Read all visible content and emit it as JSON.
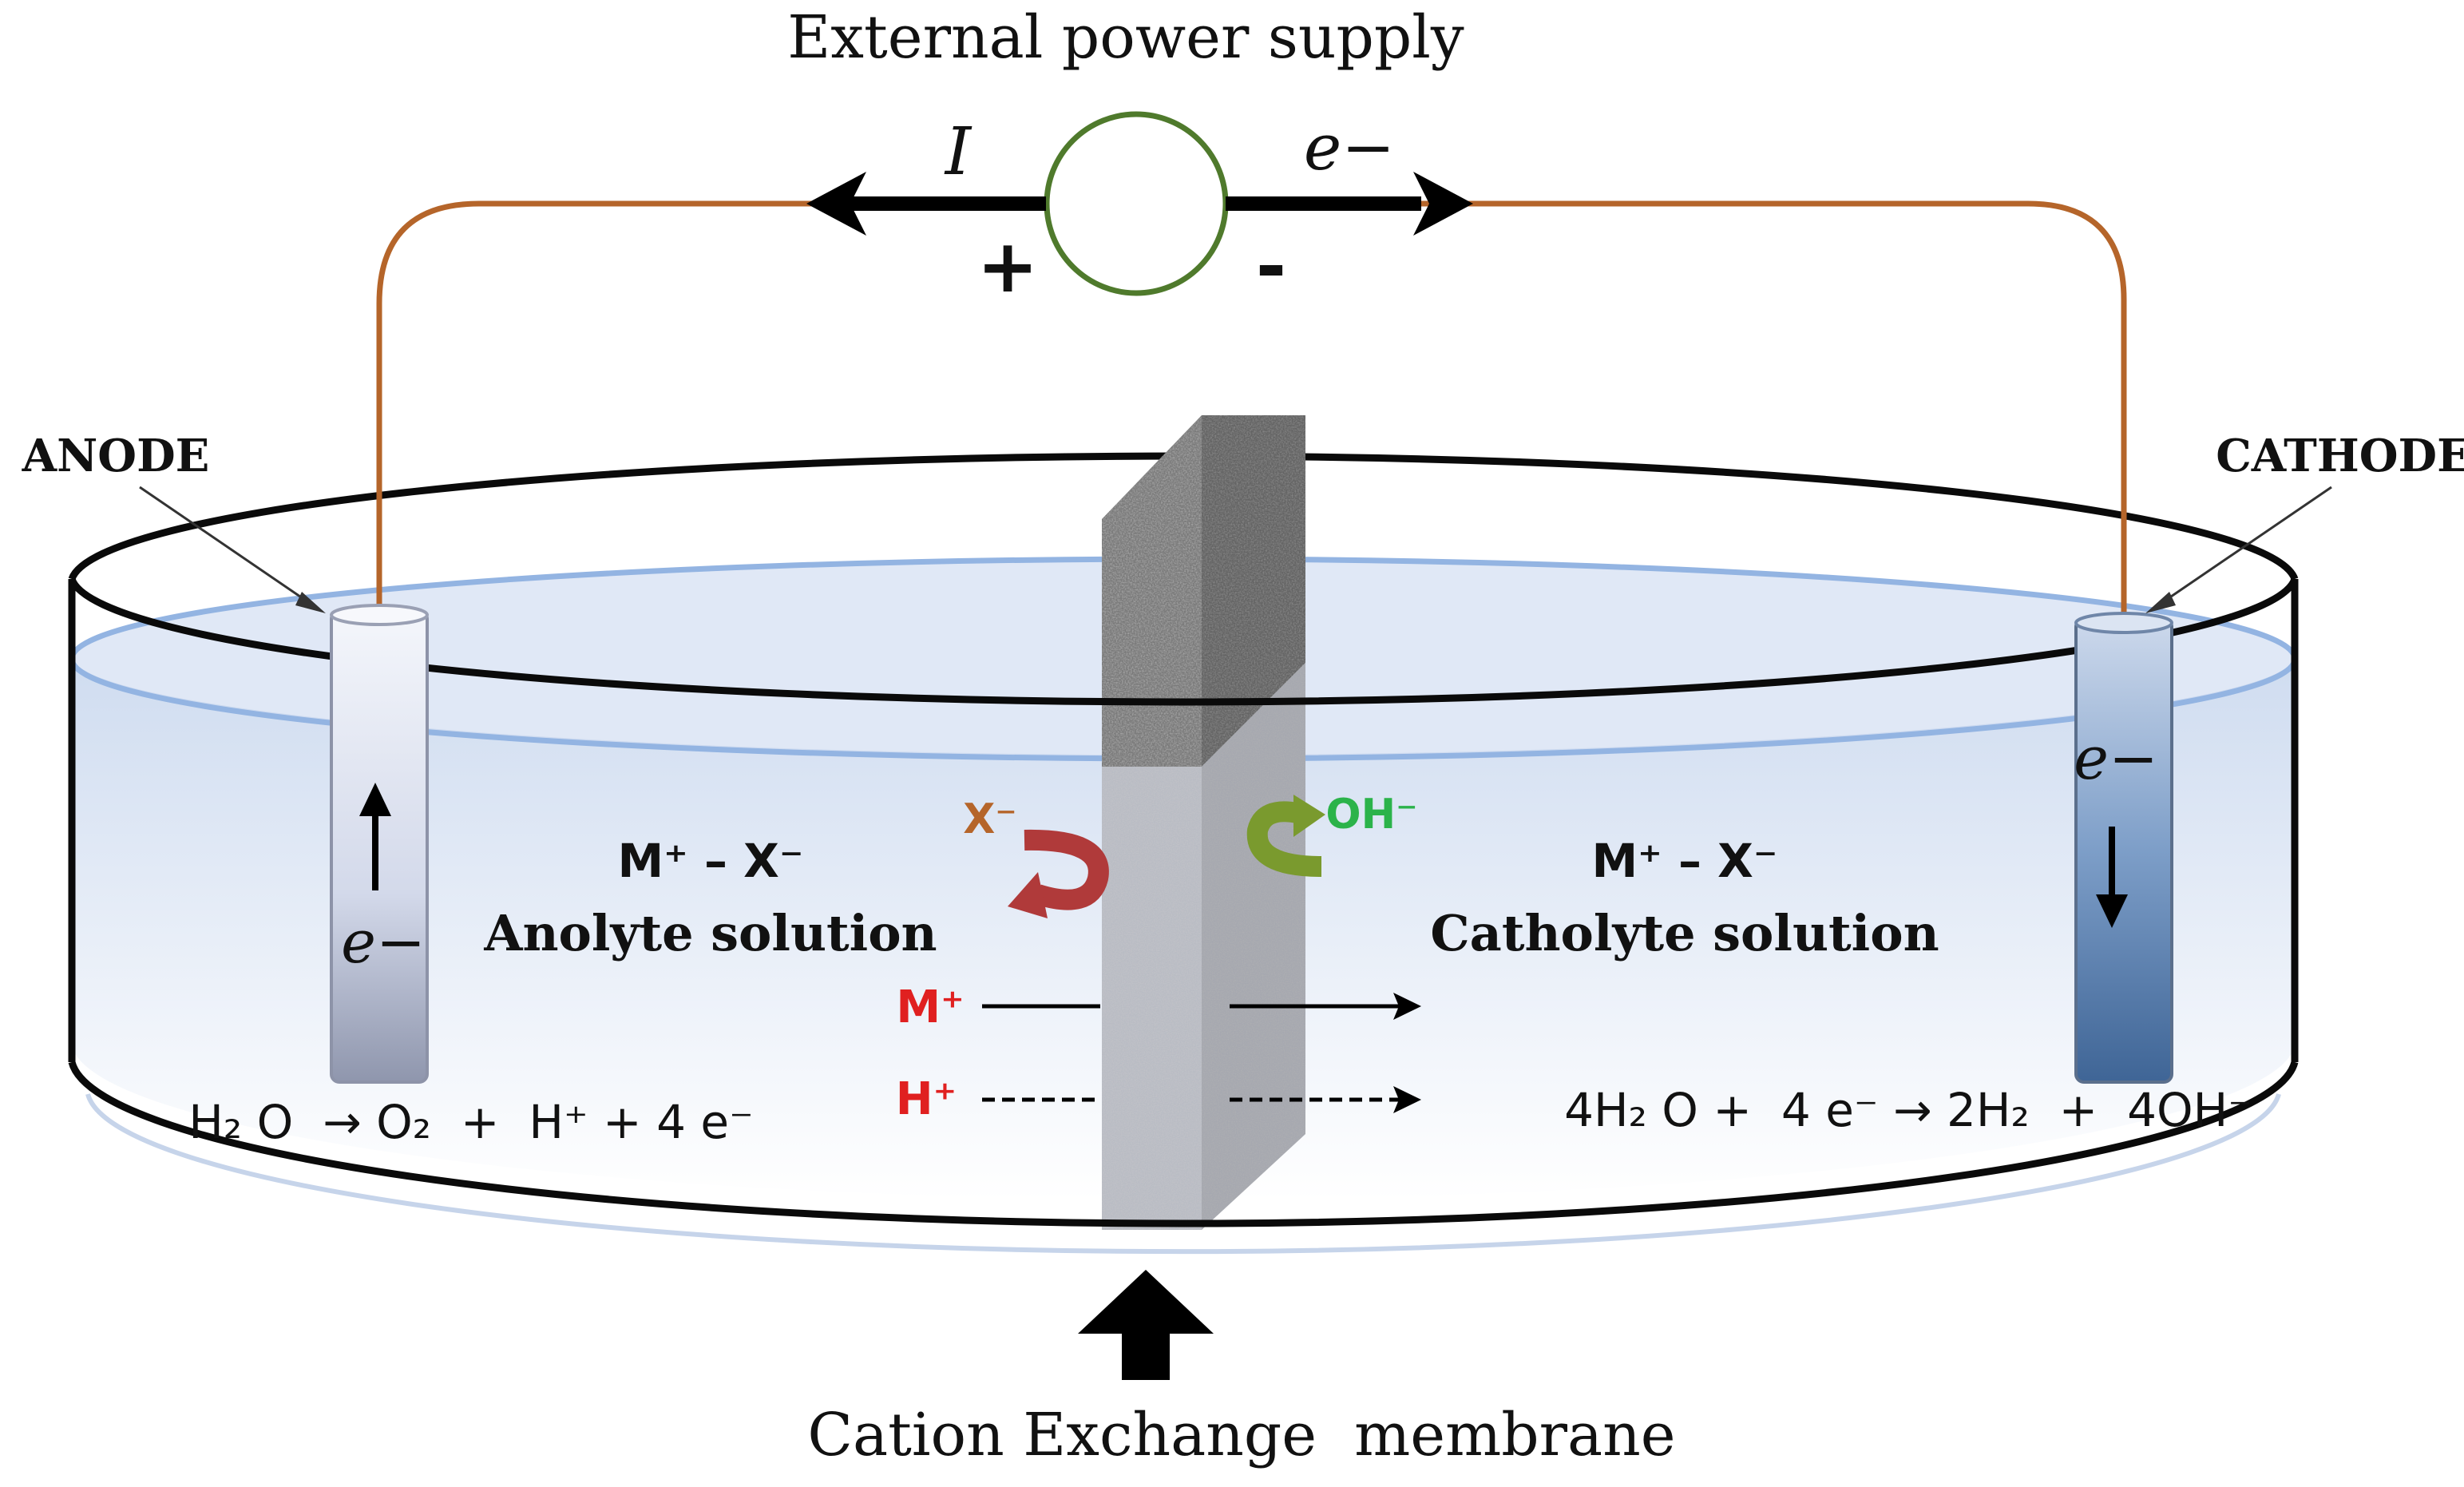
{
  "title": "External power supply",
  "current_label": "I",
  "electron_label": "e−",
  "plus_sign": "+",
  "minus_sign": "-",
  "anode_label": "ANODE",
  "cathode_label": "CATHODE",
  "anode_electron": "e−",
  "cathode_electron": "e−",
  "anolyte": {
    "formula": "M⁺ – X⁻",
    "name": "Anolyte solution"
  },
  "catholyte": {
    "formula": "M⁺ – X⁻",
    "name": "Catholyte solution"
  },
  "ion_x": "X⁻",
  "ion_oh": "OH⁻",
  "ion_m": "M⁺",
  "ion_h": "H⁺",
  "anode_reaction": "H₂ O  → O₂  +  H⁺ + 4 e⁻",
  "cathode_reaction": "4H₂ O +  4 e⁻ → 2H₂  +  4OH⁻",
  "membrane_label": "Cation Exchange  membrane",
  "colors": {
    "wire": "#b5652a",
    "power_circle": "#4f7a2c",
    "solution_top": "#cfdcf0",
    "solution_bottom": "#ffffff",
    "anode_electrode": "#dde3f2",
    "cathode_electrode": "#5f86b8",
    "x_ion": "#b5652a",
    "oh_ion": "#2bb34a",
    "cation_red": "#e02020",
    "x_curve": "#b03a3a",
    "oh_curve": "#7a9a2e"
  }
}
